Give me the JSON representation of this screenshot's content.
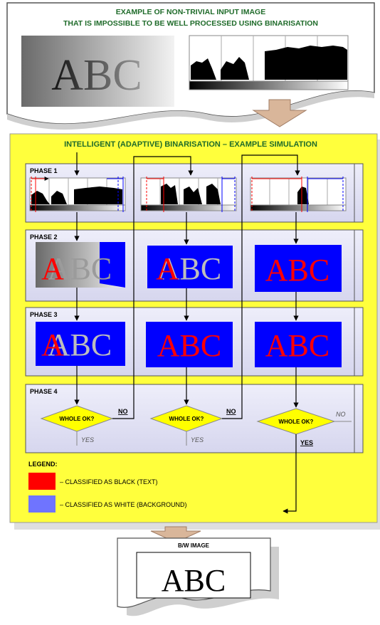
{
  "top_doc": {
    "title_line1": "EXAMPLE OF NON-TRIVIAL INPUT IMAGE",
    "title_line2": "THAT IS IMPOSSIBLE TO BE WELL PROCESSED USING BINARISATION",
    "sample_text": "ABC"
  },
  "main_panel": {
    "title": "INTELLIGENT (ADAPTIVE) BINARISATION – EXAMPLE SIMULATION"
  },
  "phases": [
    {
      "label": "PHASE 1"
    },
    {
      "label": "PHASE 2"
    },
    {
      "label": "PHASE 3"
    },
    {
      "label": "PHASE 4"
    }
  ],
  "sample_text": "ABC",
  "decisions": [
    {
      "question": "WHOLE OK?",
      "no": "NO",
      "yes": "YES"
    },
    {
      "question": "WHOLE OK?",
      "no": "NO",
      "yes": "YES"
    },
    {
      "question": "WHOLE OK?",
      "no": "NO",
      "yes": "YES"
    }
  ],
  "legend": {
    "title": "LEGEND:",
    "items": [
      {
        "color": "#ff0000",
        "label": "– CLASSIFIED AS BLACK (TEXT)"
      },
      {
        "color": "#6f74ff",
        "label": "– CLASSIFIED AS WHITE (BACKGROUND)"
      }
    ]
  },
  "bottom_doc": {
    "title": "B/W IMAGE",
    "sample_text": "ABC"
  },
  "colors": {
    "panel_yellow": "#ffff3c",
    "title_green": "#1f6b2a",
    "classified_blue": "#0000ff",
    "classified_red": "#ff0000",
    "decision_yellow": "#ffff00"
  }
}
